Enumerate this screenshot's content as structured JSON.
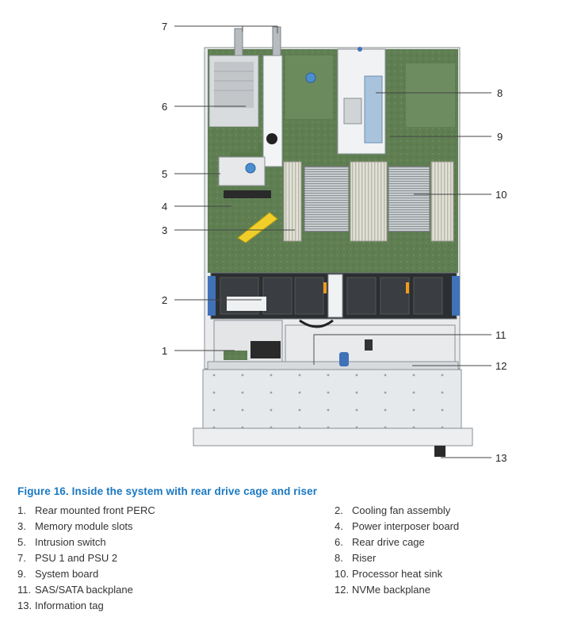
{
  "figure": {
    "caption": "Figure 16. Inside the system with rear drive cage and riser",
    "callouts": [
      "1",
      "2",
      "3",
      "4",
      "5",
      "6",
      "7",
      "8",
      "9",
      "10",
      "11",
      "12",
      "13"
    ]
  },
  "legend": [
    {
      "num": "1.",
      "label": "Rear mounted front PERC"
    },
    {
      "num": "2.",
      "label": "Cooling fan assembly"
    },
    {
      "num": "3.",
      "label": "Memory module slots"
    },
    {
      "num": "4.",
      "label": "Power interposer board"
    },
    {
      "num": "5.",
      "label": "Intrusion switch"
    },
    {
      "num": "6.",
      "label": "Rear drive cage"
    },
    {
      "num": "7.",
      "label": "PSU 1 and PSU 2"
    },
    {
      "num": "8.",
      "label": "Riser"
    },
    {
      "num": "9.",
      "label": "System board"
    },
    {
      "num": "10.",
      "label": "Processor heat sink"
    },
    {
      "num": "11.",
      "label": "SAS/SATA backplane"
    },
    {
      "num": "12.",
      "label": "NVMe backplane"
    },
    {
      "num": "13.",
      "label": "Information tag"
    }
  ],
  "colors": {
    "caption_blue": "#1a78c2",
    "board_green": "#5f7f52",
    "fan_blue": "#3f72b8",
    "chassis_gray": "#e4e6e8"
  }
}
